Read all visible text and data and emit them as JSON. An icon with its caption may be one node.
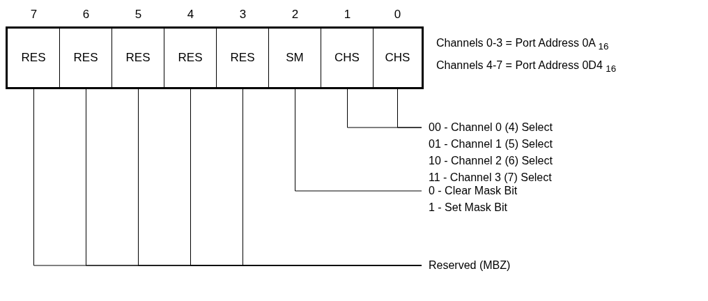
{
  "diagram": {
    "nodes": [
      {
        "text": [
          "RES"
        ],
        "beside": [
          "7"
        ]
      },
      {
        "text": [
          "RES"
        ],
        "beside": [
          "6"
        ]
      },
      {
        "text": [
          "RES"
        ],
        "beside": [
          "5"
        ]
      },
      {
        "text": [
          "RES"
        ],
        "beside": [
          "4"
        ]
      },
      {
        "text": [
          "RES"
        ],
        "beside": [
          "3"
        ]
      },
      {
        "text": [
          "SM"
        ],
        "beside": [
          "2"
        ]
      },
      {
        "text": [
          "CHS"
        ],
        "beside": [
          "1"
        ]
      },
      {
        "text": [
          "CHS"
        ],
        "beside": [
          "0"
        ]
      },
      {
        "text": [
          "00 - Channel 0 (4) Select",
          "01 - Channel 1 (5) Select",
          "10 - Channel 2 (6) Select",
          "11 - Channel 3 (7) Select"
        ]
      },
      {
        "text": [
          "0 - Clear Mask Bit",
          "1 - Set Mask Bit"
        ]
      },
      {
        "text": [
          "Reserved (MBZ)"
        ]
      }
    ],
    "edges": [
      {
        "from": 6,
        "to": 8,
        "arrow": "none"
      },
      {
        "from": 7,
        "to": 8,
        "arrow": "none"
      },
      {
        "from": 5,
        "to": 9,
        "arrow": "none"
      },
      {
        "from": 0,
        "to": 10,
        "arrow": "none"
      },
      {
        "from": 1,
        "to": 10,
        "arrow": "none"
      },
      {
        "from": 2,
        "to": 10,
        "arrow": "none"
      },
      {
        "from": 3,
        "to": 10,
        "arrow": "none"
      },
      {
        "from": 4,
        "to": 10,
        "arrow": "none"
      }
    ],
    "labels": [
      "Channels 0-3 = Port Address 0A $_{16}$",
      "Channels 4-7 = Port Address 0D4 $_{16}$"
    ]
  }
}
